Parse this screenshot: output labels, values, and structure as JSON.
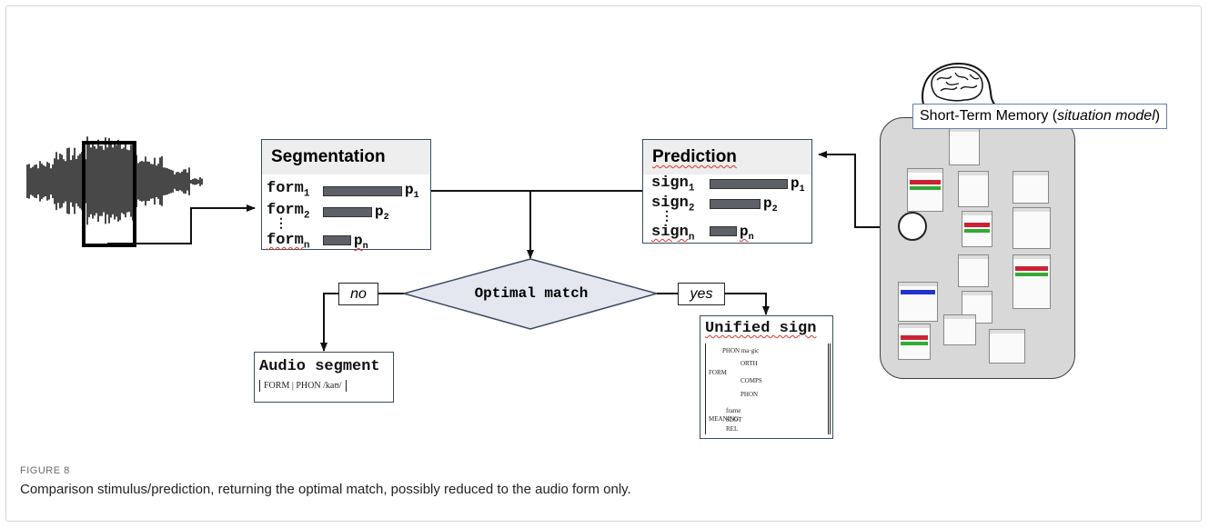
{
  "segmentation": {
    "title": "Segmentation",
    "rows": [
      {
        "item": "form",
        "sub": "1",
        "p": "p",
        "psub": "1"
      },
      {
        "item": "form",
        "sub": "2",
        "p": "p",
        "psub": "2"
      },
      {
        "item": "form",
        "sub": "n",
        "p": "p",
        "psub": "n"
      }
    ],
    "ellipsis": "⋮"
  },
  "prediction": {
    "title": "Prediction",
    "rows": [
      {
        "item": "sign",
        "sub": "1",
        "p": "p",
        "psub": "1"
      },
      {
        "item": "sign",
        "sub": "2",
        "p": "p",
        "psub": "2"
      },
      {
        "item": "sign",
        "sub": "n",
        "p": "p",
        "psub": "n"
      }
    ],
    "ellipsis": "⋮"
  },
  "decision": {
    "label": "Optimal match",
    "no": "no",
    "yes": "yes"
  },
  "audio_segment": {
    "title": "Audio segment",
    "avm_form": "FORM",
    "avm_phon": "PHON /kaʊ/"
  },
  "unified_sign": {
    "title": "Unified sign",
    "avm_lines": [
      "FORM",
      "MEANING",
      "PHON ma·gic",
      "ORTH",
      "COMPS",
      "PHON",
      "frame",
      "SLOT",
      "REL"
    ]
  },
  "stm": {
    "label_prefix": "Short-Term Memory (",
    "label_italic": "situation model",
    "label_suffix": ")"
  },
  "figure": {
    "label": "FIGURE 8",
    "caption": "Comparison stimulus/prediction, returning the optimal match, possibly reduced to the audio form only."
  },
  "colors": {
    "box_border": "#3b4a63",
    "diamond_fill": "#e4e7ef",
    "bar": "#5e6067",
    "stm_fill": "#d8d8d8"
  }
}
